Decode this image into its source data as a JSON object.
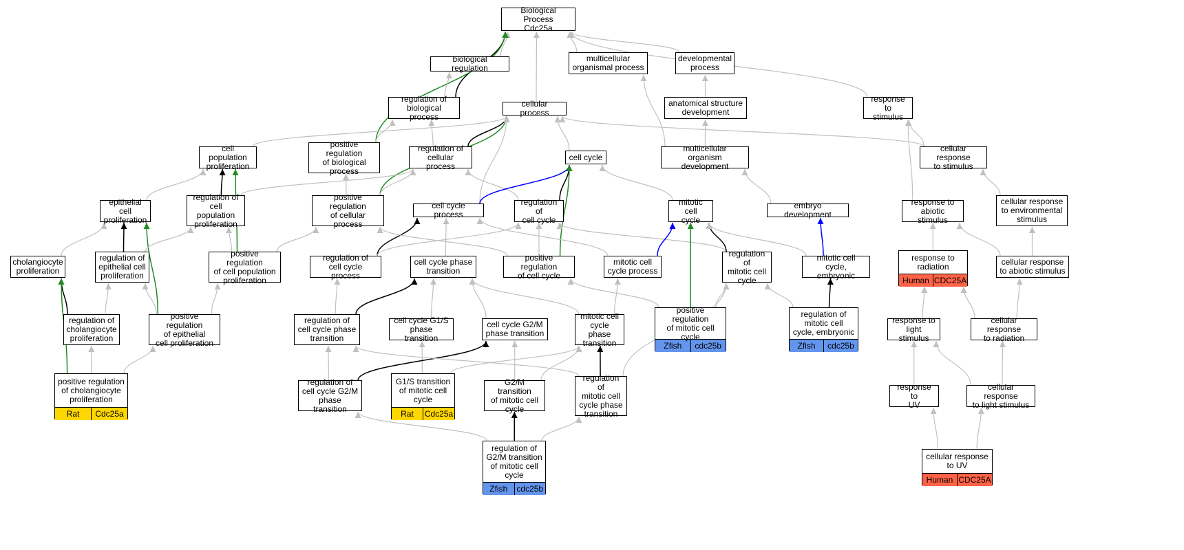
{
  "colors": {
    "is_a": "#c0c0c0",
    "regulates": "#000000",
    "positively_regulates": "#228b22",
    "part_of": "#0000ff",
    "rat": "#ffd700",
    "zfish": "#6495ed",
    "human": "#ff6347"
  },
  "nodes": [
    {
      "id": "root",
      "label": "Biological Process\nCdc25a"
    },
    {
      "id": "bioreg",
      "label": "biological regulation"
    },
    {
      "id": "multiorg",
      "label": "multicellular\norganismal process"
    },
    {
      "id": "devproc",
      "label": "developmental\nprocess"
    },
    {
      "id": "regbio",
      "label": "regulation of\nbiological process"
    },
    {
      "id": "cellproc",
      "label": "cellular process"
    },
    {
      "id": "anatdev",
      "label": "anatomical structure\ndevelopment"
    },
    {
      "id": "respstim",
      "label": "response to\nstimulus"
    },
    {
      "id": "cellpop",
      "label": "cell population\nproliferation"
    },
    {
      "id": "posregbio",
      "label": "positive regulation\nof biological\nprocess"
    },
    {
      "id": "regcell",
      "label": "regulation of\ncellular process"
    },
    {
      "id": "cellcycle",
      "label": "cell cycle"
    },
    {
      "id": "multidev",
      "label": "multicellular\norganism development"
    },
    {
      "id": "cellresp",
      "label": "cellular response\nto stimulus"
    },
    {
      "id": "epiprolif",
      "label": "epithelial cell\nproliferation"
    },
    {
      "id": "regcellpop",
      "label": "regulation of\ncell population\nproliferation"
    },
    {
      "id": "posregcellproc",
      "label": "positive regulation\nof cellular\nprocess"
    },
    {
      "id": "ccproc",
      "label": "cell cycle process"
    },
    {
      "id": "regcc",
      "label": "regulation of\ncell cycle"
    },
    {
      "id": "mitcc",
      "label": "mitotic cell\ncycle"
    },
    {
      "id": "embdev",
      "label": "embryo development"
    },
    {
      "id": "respabio",
      "label": "response to\nabiotic stimulus"
    },
    {
      "id": "cellrespenv",
      "label": "cellular response\nto environmental\nstimulus"
    },
    {
      "id": "cholprolif",
      "label": "cholangiocyte\nproliferation"
    },
    {
      "id": "regepiprolif",
      "label": "regulation of\nepithelial cell\nproliferation"
    },
    {
      "id": "posregcellpop",
      "label": "positive regulation\nof cell population\nproliferation"
    },
    {
      "id": "regccproc",
      "label": "regulation of\ncell cycle process"
    },
    {
      "id": "ccphase",
      "label": "cell cycle phase\ntransition"
    },
    {
      "id": "posregcc",
      "label": "positive regulation\nof cell cycle"
    },
    {
      "id": "mitccproc",
      "label": "mitotic cell\ncycle process"
    },
    {
      "id": "regmitcc",
      "label": "regulation of\nmitotic cell\ncycle"
    },
    {
      "id": "mitccemb",
      "label": "mitotic cell\ncycle, embryonic"
    },
    {
      "id": "respradiation",
      "label": "response to\nradiation",
      "annotation": {
        "species": "Human",
        "gene": "CDC25A",
        "color": "#ff6347"
      }
    },
    {
      "id": "cellrespabio",
      "label": "cellular response\nto abiotic stimulus"
    },
    {
      "id": "regchol",
      "label": "regulation of\ncholangiocyte\nproliferation"
    },
    {
      "id": "posregepi",
      "label": "positive regulation\nof epithelial\ncell proliferation"
    },
    {
      "id": "regccphase",
      "label": "regulation of\ncell cycle phase\ntransition"
    },
    {
      "id": "g1s",
      "label": "cell cycle G1/S\nphase transition"
    },
    {
      "id": "g2m",
      "label": "cell cycle G2/M\nphase transition"
    },
    {
      "id": "mitccphase",
      "label": "mitotic cell\ncycle phase\ntransition"
    },
    {
      "id": "posregmitcc",
      "label": "positive regulation\nof mitotic cell\ncycle",
      "annotation": {
        "species": "Zfish",
        "gene": "cdc25b",
        "color": "#6495ed"
      }
    },
    {
      "id": "regmitccemb",
      "label": "regulation of\nmitotic cell\ncycle, embryonic",
      "annotation": {
        "species": "Zfish",
        "gene": "cdc25b",
        "color": "#6495ed"
      }
    },
    {
      "id": "resplight",
      "label": "response to\nlight stimulus"
    },
    {
      "id": "cellrespradiation",
      "label": "cellular response\nto radiation"
    },
    {
      "id": "posregchol",
      "label": "positive regulation\nof cholangiocyte\nproliferation",
      "annotation": {
        "species": "Rat",
        "gene": "Cdc25a",
        "color": "#ffd700"
      }
    },
    {
      "id": "g1smit",
      "label": "G1/S transition\nof mitotic cell\ncycle",
      "annotation": {
        "species": "Rat",
        "gene": "Cdc25a",
        "color": "#ffd700"
      }
    },
    {
      "id": "regccg2m",
      "label": "regulation of\ncell cycle G2/M\nphase transition"
    },
    {
      "id": "g2mmit",
      "label": "G2/M transition\nof mitotic cell\ncycle"
    },
    {
      "id": "regmitccphase",
      "label": "regulation of\nmitotic cell\ncycle phase\ntransition"
    },
    {
      "id": "respuv",
      "label": "response to\nUV"
    },
    {
      "id": "cellresplight",
      "label": "cellular response\nto light stimulus"
    },
    {
      "id": "regg2mmit",
      "label": "regulation of\nG2/M transition\nof mitotic cell\ncycle",
      "annotation": {
        "species": "Zfish",
        "gene": "cdc25b",
        "color": "#6495ed"
      }
    },
    {
      "id": "cellrespuv",
      "label": "cellular response\nto UV",
      "annotation": {
        "species": "Human",
        "gene": "CDC25A",
        "color": "#ff6347"
      }
    }
  ],
  "edges": [
    {
      "from": "bioreg",
      "to": "root",
      "type": "is_a"
    },
    {
      "from": "multiorg",
      "to": "root",
      "type": "is_a"
    },
    {
      "from": "devproc",
      "to": "root",
      "type": "is_a"
    },
    {
      "from": "cellproc",
      "to": "root",
      "type": "is_a"
    },
    {
      "from": "respstim",
      "to": "root",
      "type": "is_a"
    },
    {
      "from": "regbio",
      "to": "root",
      "type": "regulates"
    },
    {
      "from": "posregbio",
      "to": "root",
      "type": "positively_regulates"
    },
    {
      "from": "regbio",
      "to": "bioreg",
      "type": "is_a"
    },
    {
      "from": "anatdev",
      "to": "devproc",
      "type": "is_a"
    },
    {
      "from": "multidev",
      "to": "multiorg",
      "type": "is_a"
    },
    {
      "from": "multidev",
      "to": "anatdev",
      "type": "is_a"
    },
    {
      "from": "posregbio",
      "to": "regbio",
      "type": "is_a"
    },
    {
      "from": "regcell",
      "to": "regbio",
      "type": "is_a"
    },
    {
      "from": "regcell",
      "to": "cellproc",
      "type": "regulates"
    },
    {
      "from": "cellpop",
      "to": "cellproc",
      "type": "is_a"
    },
    {
      "from": "cellcycle",
      "to": "cellproc",
      "type": "is_a"
    },
    {
      "from": "cellresp",
      "to": "cellproc",
      "type": "is_a"
    },
    {
      "from": "cellresp",
      "to": "respstim",
      "type": "is_a"
    },
    {
      "from": "respabio",
      "to": "respstim",
      "type": "is_a"
    },
    {
      "from": "posregcellproc",
      "to": "cellproc",
      "type": "positively_regulates"
    },
    {
      "from": "ccproc",
      "to": "cellproc",
      "type": "is_a"
    },
    {
      "from": "regcellpop",
      "to": "cellpop",
      "type": "regulates"
    },
    {
      "from": "epiprolif",
      "to": "cellpop",
      "type": "is_a"
    },
    {
      "from": "posregcellpop",
      "to": "cellpop",
      "type": "positively_regulates"
    },
    {
      "from": "posregcellproc",
      "to": "posregbio",
      "type": "is_a"
    },
    {
      "from": "posregcellproc",
      "to": "regcell",
      "type": "is_a"
    },
    {
      "from": "regcellpop",
      "to": "regcell",
      "type": "is_a"
    },
    {
      "from": "regcc",
      "to": "regcell",
      "type": "is_a"
    },
    {
      "from": "regcc",
      "to": "cellcycle",
      "type": "regulates"
    },
    {
      "from": "ccproc",
      "to": "cellcycle",
      "type": "part_of"
    },
    {
      "from": "posregcc",
      "to": "cellcycle",
      "type": "positively_regulates"
    },
    {
      "from": "mitcc",
      "to": "cellcycle",
      "type": "is_a"
    },
    {
      "from": "embdev",
      "to": "multidev",
      "type": "is_a"
    },
    {
      "from": "cellrespenv",
      "to": "cellresp",
      "type": "is_a"
    },
    {
      "from": "regepiprolif",
      "to": "epiprolif",
      "type": "regulates"
    },
    {
      "from": "cholprolif",
      "to": "epiprolif",
      "type": "is_a"
    },
    {
      "from": "posregepi",
      "to": "epiprolif",
      "type": "positively_regulates"
    },
    {
      "from": "posregcellpop",
      "to": "regcellpop",
      "type": "is_a"
    },
    {
      "from": "posregcellpop",
      "to": "posregcellproc",
      "type": "is_a"
    },
    {
      "from": "regepiprolif",
      "to": "regcellpop",
      "type": "is_a"
    },
    {
      "from": "regccproc",
      "to": "ccproc",
      "type": "regulates"
    },
    {
      "from": "ccphase",
      "to": "ccproc",
      "type": "is_a"
    },
    {
      "from": "mitccproc",
      "to": "ccproc",
      "type": "is_a"
    },
    {
      "from": "regccproc",
      "to": "regcc",
      "type": "is_a"
    },
    {
      "from": "posregcc",
      "to": "regcc",
      "type": "is_a"
    },
    {
      "from": "regmitcc",
      "to": "regcc",
      "type": "is_a"
    },
    {
      "from": "posregcc",
      "to": "posregcellproc",
      "type": "is_a"
    },
    {
      "from": "mitccproc",
      "to": "mitcc",
      "type": "part_of"
    },
    {
      "from": "regmitcc",
      "to": "mitcc",
      "type": "regulates"
    },
    {
      "from": "posregmitcc",
      "to": "mitcc",
      "type": "positively_regulates"
    },
    {
      "from": "mitccemb",
      "to": "mitcc",
      "type": "is_a"
    },
    {
      "from": "mitccemb",
      "to": "embdev",
      "type": "part_of"
    },
    {
      "from": "respradiation",
      "to": "respabio",
      "type": "is_a"
    },
    {
      "from": "cellrespabio",
      "to": "respabio",
      "type": "is_a"
    },
    {
      "from": "cellrespabio",
      "to": "cellrespenv",
      "type": "is_a"
    },
    {
      "from": "regchol",
      "to": "cholprolif",
      "type": "regulates"
    },
    {
      "from": "posregchol",
      "to": "cholprolif",
      "type": "positively_regulates"
    },
    {
      "from": "regchol",
      "to": "regepiprolif",
      "type": "is_a"
    },
    {
      "from": "posregepi",
      "to": "regepiprolif",
      "type": "is_a"
    },
    {
      "from": "posregepi",
      "to": "posregcellpop",
      "type": "is_a"
    },
    {
      "from": "regccphase",
      "to": "regccproc",
      "type": "is_a"
    },
    {
      "from": "regccphase",
      "to": "ccphase",
      "type": "regulates"
    },
    {
      "from": "g1s",
      "to": "ccphase",
      "type": "is_a"
    },
    {
      "from": "g2m",
      "to": "ccphase",
      "type": "is_a"
    },
    {
      "from": "mitccphase",
      "to": "ccphase",
      "type": "is_a"
    },
    {
      "from": "mitccphase",
      "to": "mitccproc",
      "type": "is_a"
    },
    {
      "from": "posregmitcc",
      "to": "posregcc",
      "type": "is_a"
    },
    {
      "from": "posregmitcc",
      "to": "regmitcc",
      "type": "is_a"
    },
    {
      "from": "regmitccemb",
      "to": "regmitcc",
      "type": "is_a"
    },
    {
      "from": "regmitccemb",
      "to": "mitccemb",
      "type": "regulates"
    },
    {
      "from": "resplight",
      "to": "respradiation",
      "type": "is_a"
    },
    {
      "from": "cellrespradiation",
      "to": "respradiation",
      "type": "is_a"
    },
    {
      "from": "cellrespradiation",
      "to": "cellrespabio",
      "type": "is_a"
    },
    {
      "from": "posregchol",
      "to": "regchol",
      "type": "is_a"
    },
    {
      "from": "posregchol",
      "to": "posregepi",
      "type": "is_a"
    },
    {
      "from": "g1smit",
      "to": "g1s",
      "type": "is_a"
    },
    {
      "from": "g1smit",
      "to": "mitccphase",
      "type": "is_a"
    },
    {
      "from": "regccg2m",
      "to": "regccphase",
      "type": "is_a"
    },
    {
      "from": "regccg2m",
      "to": "g2m",
      "type": "regulates"
    },
    {
      "from": "g2mmit",
      "to": "g2m",
      "type": "is_a"
    },
    {
      "from": "g2mmit",
      "to": "mitccphase",
      "type": "is_a"
    },
    {
      "from": "regmitccphase",
      "to": "regccphase",
      "type": "is_a"
    },
    {
      "from": "regmitccphase",
      "to": "mitccphase",
      "type": "regulates"
    },
    {
      "from": "regmitccphase",
      "to": "regmitcc",
      "type": "is_a"
    },
    {
      "from": "respuv",
      "to": "resplight",
      "type": "is_a"
    },
    {
      "from": "cellresplight",
      "to": "resplight",
      "type": "is_a"
    },
    {
      "from": "cellresplight",
      "to": "cellrespradiation",
      "type": "is_a"
    },
    {
      "from": "regg2mmit",
      "to": "g2mmit",
      "type": "regulates"
    },
    {
      "from": "regg2mmit",
      "to": "regccg2m",
      "type": "is_a"
    },
    {
      "from": "regg2mmit",
      "to": "regmitccphase",
      "type": "is_a"
    },
    {
      "from": "cellrespuv",
      "to": "respuv",
      "type": "is_a"
    },
    {
      "from": "cellrespuv",
      "to": "cellresplight",
      "type": "is_a"
    }
  ]
}
